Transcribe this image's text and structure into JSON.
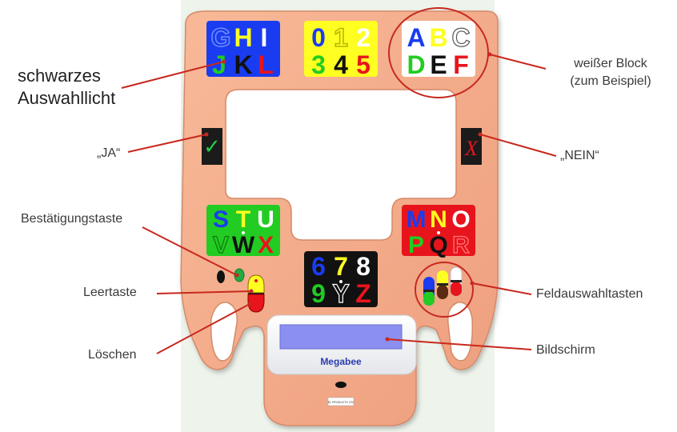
{
  "device": {
    "brand": "Megabee",
    "sticker": "EL PRODUCTS LTD",
    "blocks": {
      "tl": [
        "G",
        "H",
        "I",
        "J",
        "K",
        "L"
      ],
      "tm": [
        "0",
        "1",
        "2",
        "3",
        "4",
        "5"
      ],
      "tr": [
        "A",
        "B",
        "C",
        "D",
        "E",
        "F"
      ],
      "ml": [
        "S",
        "T",
        "U",
        "V",
        "W",
        "X"
      ],
      "mr": [
        "M",
        "N",
        "O",
        "P",
        "Q",
        "R"
      ],
      "bm": [
        "6",
        "7",
        "8",
        "9",
        "Y",
        "Z"
      ]
    },
    "yes_symbol": "✓",
    "no_symbol": "X",
    "colors": {
      "body": "#f6ad8c",
      "blue": "#1a3cf0",
      "yellow": "#ffff22",
      "white": "#ffffff",
      "green": "#22cc22",
      "black": "#111111",
      "red": "#e8141c",
      "screen": "#8b8ff0",
      "annotation": "#c8281e"
    }
  },
  "labels": {
    "black_light_1": "schwarzes",
    "black_light_2": "Auswahllicht",
    "white_block_1": "weißer Block",
    "white_block_2": "(zum Beispiel)",
    "yes": "„JA“",
    "no": "„NEIN“",
    "confirm": "Bestätigungstaste",
    "space": "Leertaste",
    "delete": "Löschen",
    "field_select": "Feldauswahltasten",
    "screen": "Bildschirm"
  }
}
